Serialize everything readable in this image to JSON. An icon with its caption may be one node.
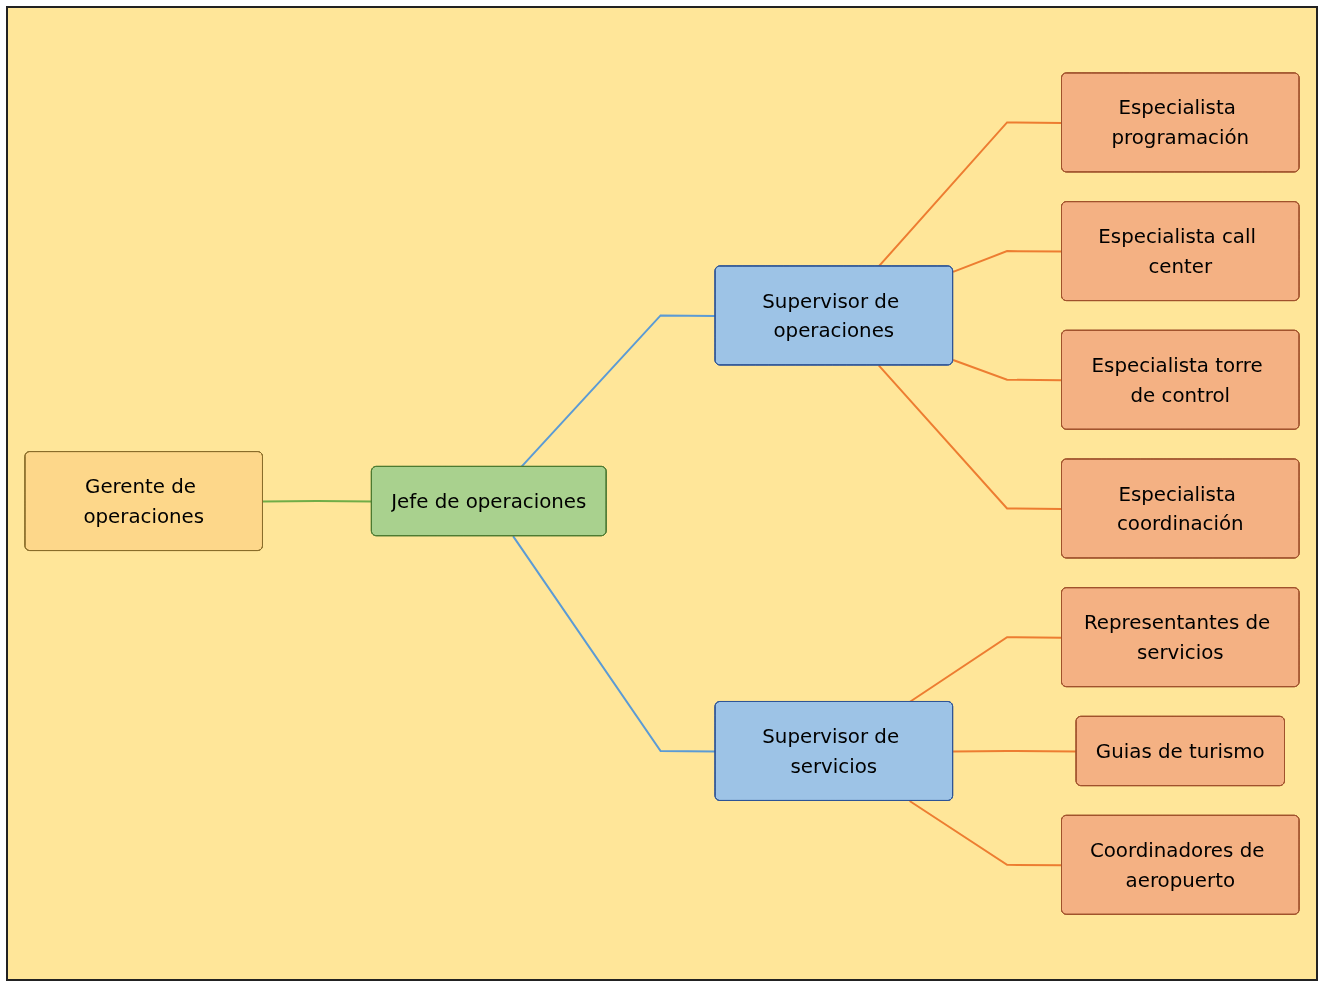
{
  "diagram": {
    "nodes": [
      {
        "text": [
          "Gerente de operaciones"
        ]
      },
      {
        "text": [
          "Jefe de operaciones"
        ]
      },
      {
        "text": [
          "Supervisor de operaciones"
        ]
      },
      {
        "text": [
          "Especialista programación"
        ]
      },
      {
        "text": [
          "Especialista call center"
        ]
      },
      {
        "text": [
          "Especialista torre de control"
        ]
      },
      {
        "text": [
          "Especialista coordinación"
        ]
      },
      {
        "text": [
          "Supervisor de servicios"
        ]
      },
      {
        "text": [
          "Representantes de servicios"
        ]
      },
      {
        "text": [
          "Guias de turismo"
        ]
      },
      {
        "text": [
          "Coordinadores de aeropuerto"
        ]
      }
    ],
    "edges": [
      {
        "from": 0,
        "to": 1,
        "arrow": "none",
        "color": "#70ad47"
      },
      {
        "from": 1,
        "to": 2,
        "arrow": "none",
        "color": "#5b9bd5"
      },
      {
        "from": 1,
        "to": 7,
        "arrow": "none",
        "color": "#5b9bd5"
      },
      {
        "from": 2,
        "to": 3,
        "arrow": "none"
      },
      {
        "from": 2,
        "to": 4,
        "arrow": "none"
      },
      {
        "from": 2,
        "to": 5,
        "arrow": "none"
      },
      {
        "from": 2,
        "to": 6,
        "arrow": "none"
      },
      {
        "from": 7,
        "to": 8,
        "arrow": "none"
      },
      {
        "from": 7,
        "to": 9,
        "arrow": "none"
      },
      {
        "from": 7,
        "to": 10,
        "arrow": "none"
      }
    ]
  }
}
